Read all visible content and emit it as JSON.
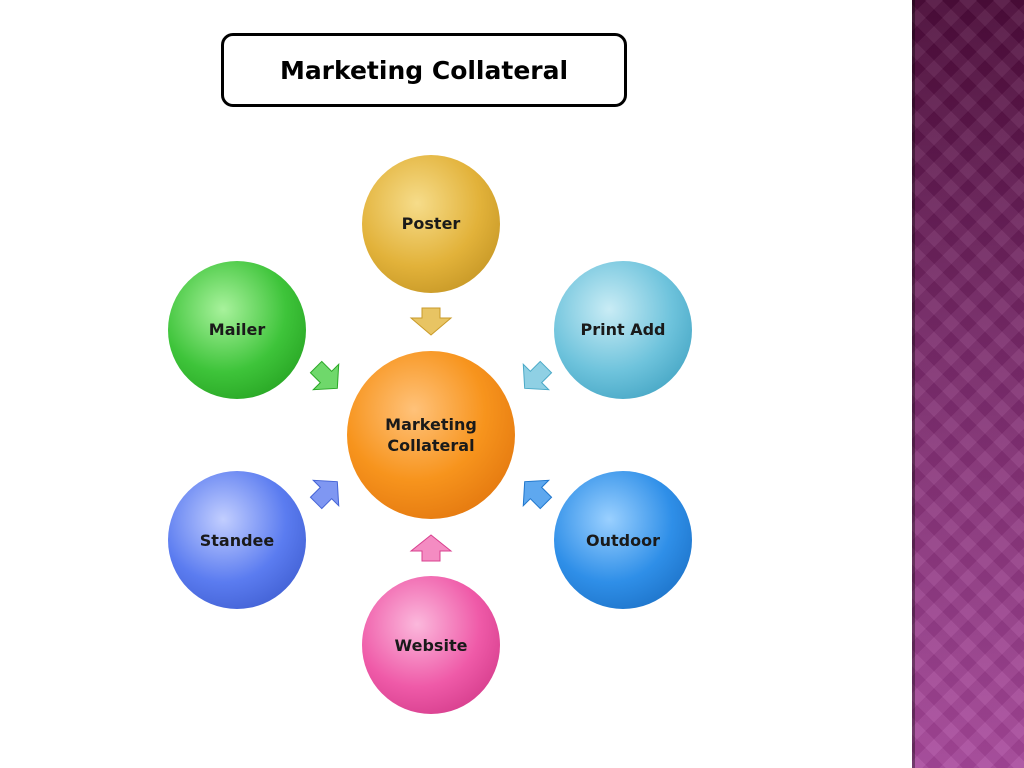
{
  "title": "Marketing Collateral",
  "center": {
    "line1": "Marketing",
    "line2": "Collateral",
    "color": "#f7941d"
  },
  "nodes": [
    {
      "label": "Poster",
      "color": "#e2b23a"
    },
    {
      "label": "Print Add",
      "color": "#6ec3dc"
    },
    {
      "label": "Outdoor",
      "color": "#2f8fe8"
    },
    {
      "label": "Website",
      "color": "#ef5aa8"
    },
    {
      "label": "Standee",
      "color": "#5b7cf0"
    },
    {
      "label": "Mailer",
      "color": "#3ec43a"
    }
  ],
  "accent_colors": {
    "side_band": "#7a2a6b",
    "title_border": "#000000"
  }
}
